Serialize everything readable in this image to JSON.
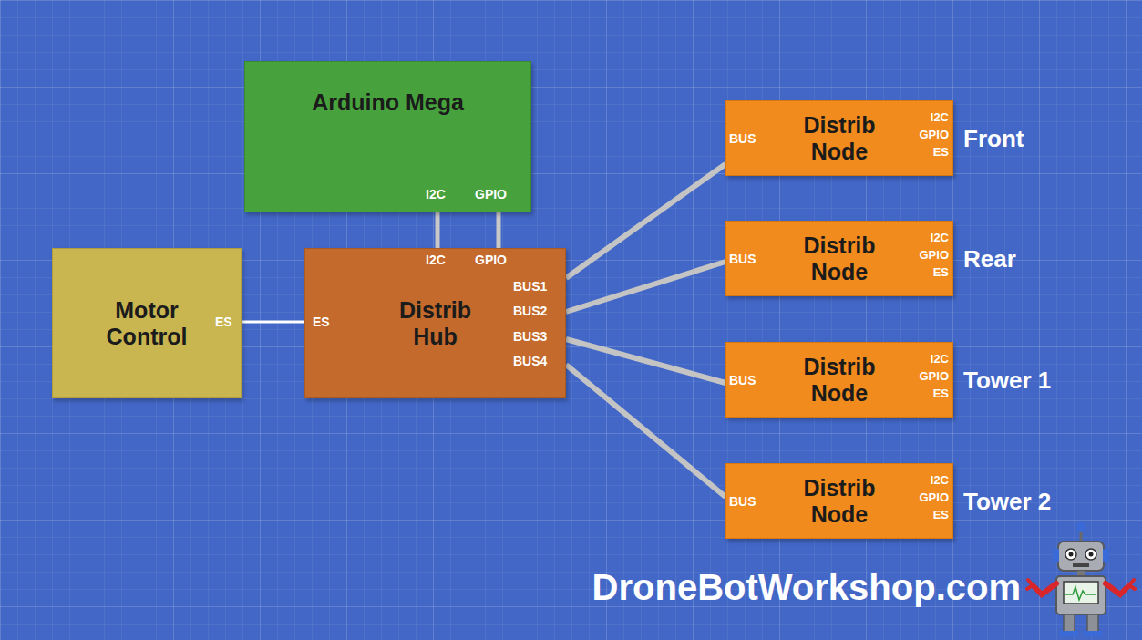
{
  "diagram": {
    "nodes": [
      {
        "text": [
          "Arduino Mega"
        ]
      },
      {
        "text": [
          "Motor Control"
        ]
      },
      {
        "text": [
          "Distrib Hub"
        ]
      },
      {
        "text": [
          "Distrib Node",
          "Front"
        ]
      },
      {
        "text": [
          "Distrib Node",
          "Rear"
        ]
      },
      {
        "text": [
          "Distrib Node",
          "Tower 1"
        ]
      },
      {
        "text": [
          "Distrib Node",
          "Tower 2"
        ]
      }
    ],
    "edges": [
      {
        "from": 0,
        "to": 2,
        "arrow": "none"
      },
      {
        "from": 0,
        "to": 2,
        "arrow": "none"
      },
      {
        "from": 1,
        "to": 2,
        "arrow": "none"
      },
      {
        "from": 2,
        "to": 3,
        "arrow": "none"
      },
      {
        "from": 2,
        "to": 4,
        "arrow": "none"
      },
      {
        "from": 2,
        "to": 5,
        "arrow": "none"
      },
      {
        "from": 2,
        "to": 6,
        "arrow": "none"
      }
    ],
    "labels": [
      "I2C",
      "GPIO",
      "I2C",
      "GPIO",
      "ES",
      "ES",
      "BUS1",
      "BUS2",
      "BUS3",
      "BUS4",
      "BUS",
      "I2C",
      "GPIO",
      "ES",
      "BUS",
      "I2C",
      "GPIO",
      "ES",
      "BUS",
      "I2C",
      "GPIO",
      "ES",
      "BUS",
      "I2C",
      "GPIO",
      "ES",
      "DroneBotWorkshop.com"
    ]
  }
}
